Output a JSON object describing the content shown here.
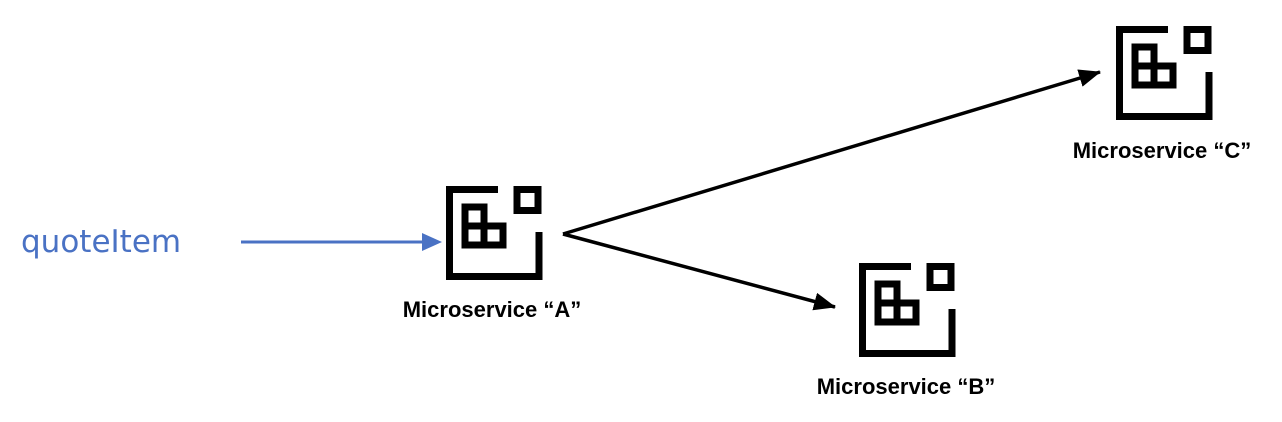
{
  "input": {
    "label": "quoteItem"
  },
  "services": {
    "a": {
      "label": "Microservice “A”",
      "icon": "microservice-icon"
    },
    "b": {
      "label": "Microservice “B”",
      "icon": "microservice-icon"
    },
    "c": {
      "label": "Microservice “C”",
      "icon": "microservice-icon"
    }
  },
  "colors": {
    "input_arrow": "#4a72c4",
    "service_arrows": "#000000",
    "icon": "#000000"
  }
}
